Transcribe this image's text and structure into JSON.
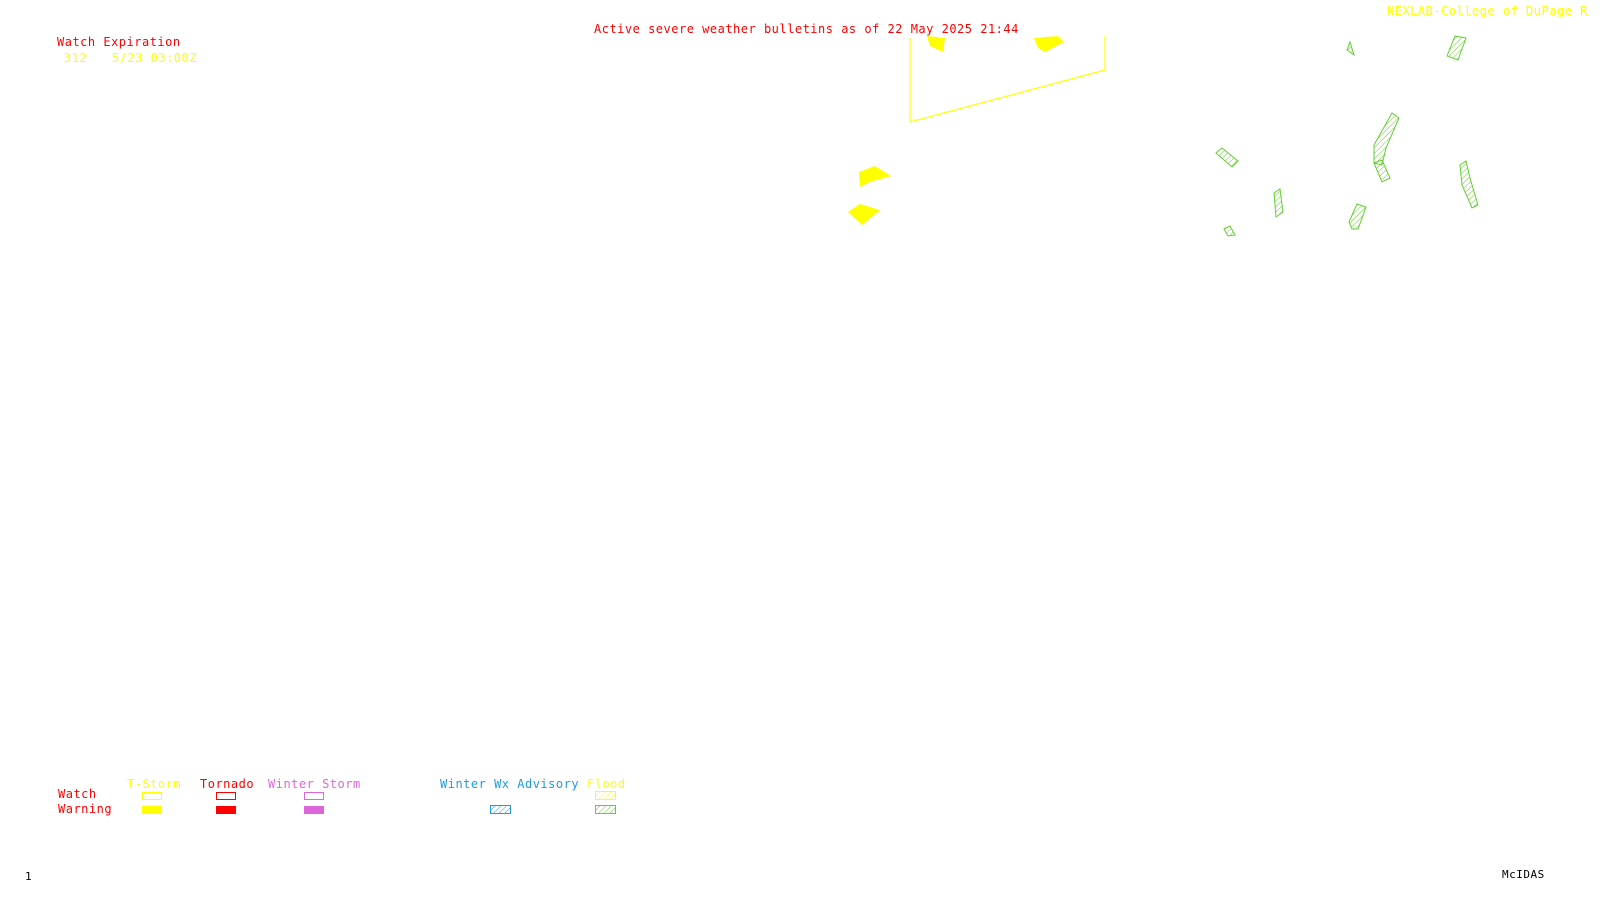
{
  "header": {
    "title": "Active severe weather bulletins as of 22 May 2025 21:44",
    "credit": "NEXLAB-College of DuPage R"
  },
  "watch_table": {
    "heading": "Watch Expiration",
    "rows": [
      {
        "watch": "312",
        "expiration": "5/23 03:00Z"
      }
    ]
  },
  "legend": {
    "row_labels": {
      "watch": "Watch",
      "warning": "Warning"
    },
    "columns": [
      {
        "label": "T-Storm",
        "color": "#ffff00",
        "watch_style": "outline",
        "warning_style": "solid"
      },
      {
        "label": "Tornado",
        "color": "#ff0000",
        "watch_style": "outline",
        "warning_style": "solid"
      },
      {
        "label": "Winter Storm",
        "color": "#dd66dd",
        "watch_style": "outline",
        "warning_style": "solid"
      },
      {
        "label": "Winter Wx Advisory",
        "color": "#1e9bdc",
        "watch_style": "none",
        "warning_style": "hatched"
      },
      {
        "label": "Flood",
        "color": "#ffff00",
        "secondary_color": "#66cc33",
        "watch_style": "hatched",
        "warning_style": "hatched"
      }
    ]
  },
  "footer": {
    "frame_number": "1",
    "software": "McIDAS"
  },
  "colors": {
    "text_red": "#ff0000",
    "tstorm_yellow": "#ffff00",
    "flood_green": "#66cc33",
    "background": "#ffffff"
  }
}
